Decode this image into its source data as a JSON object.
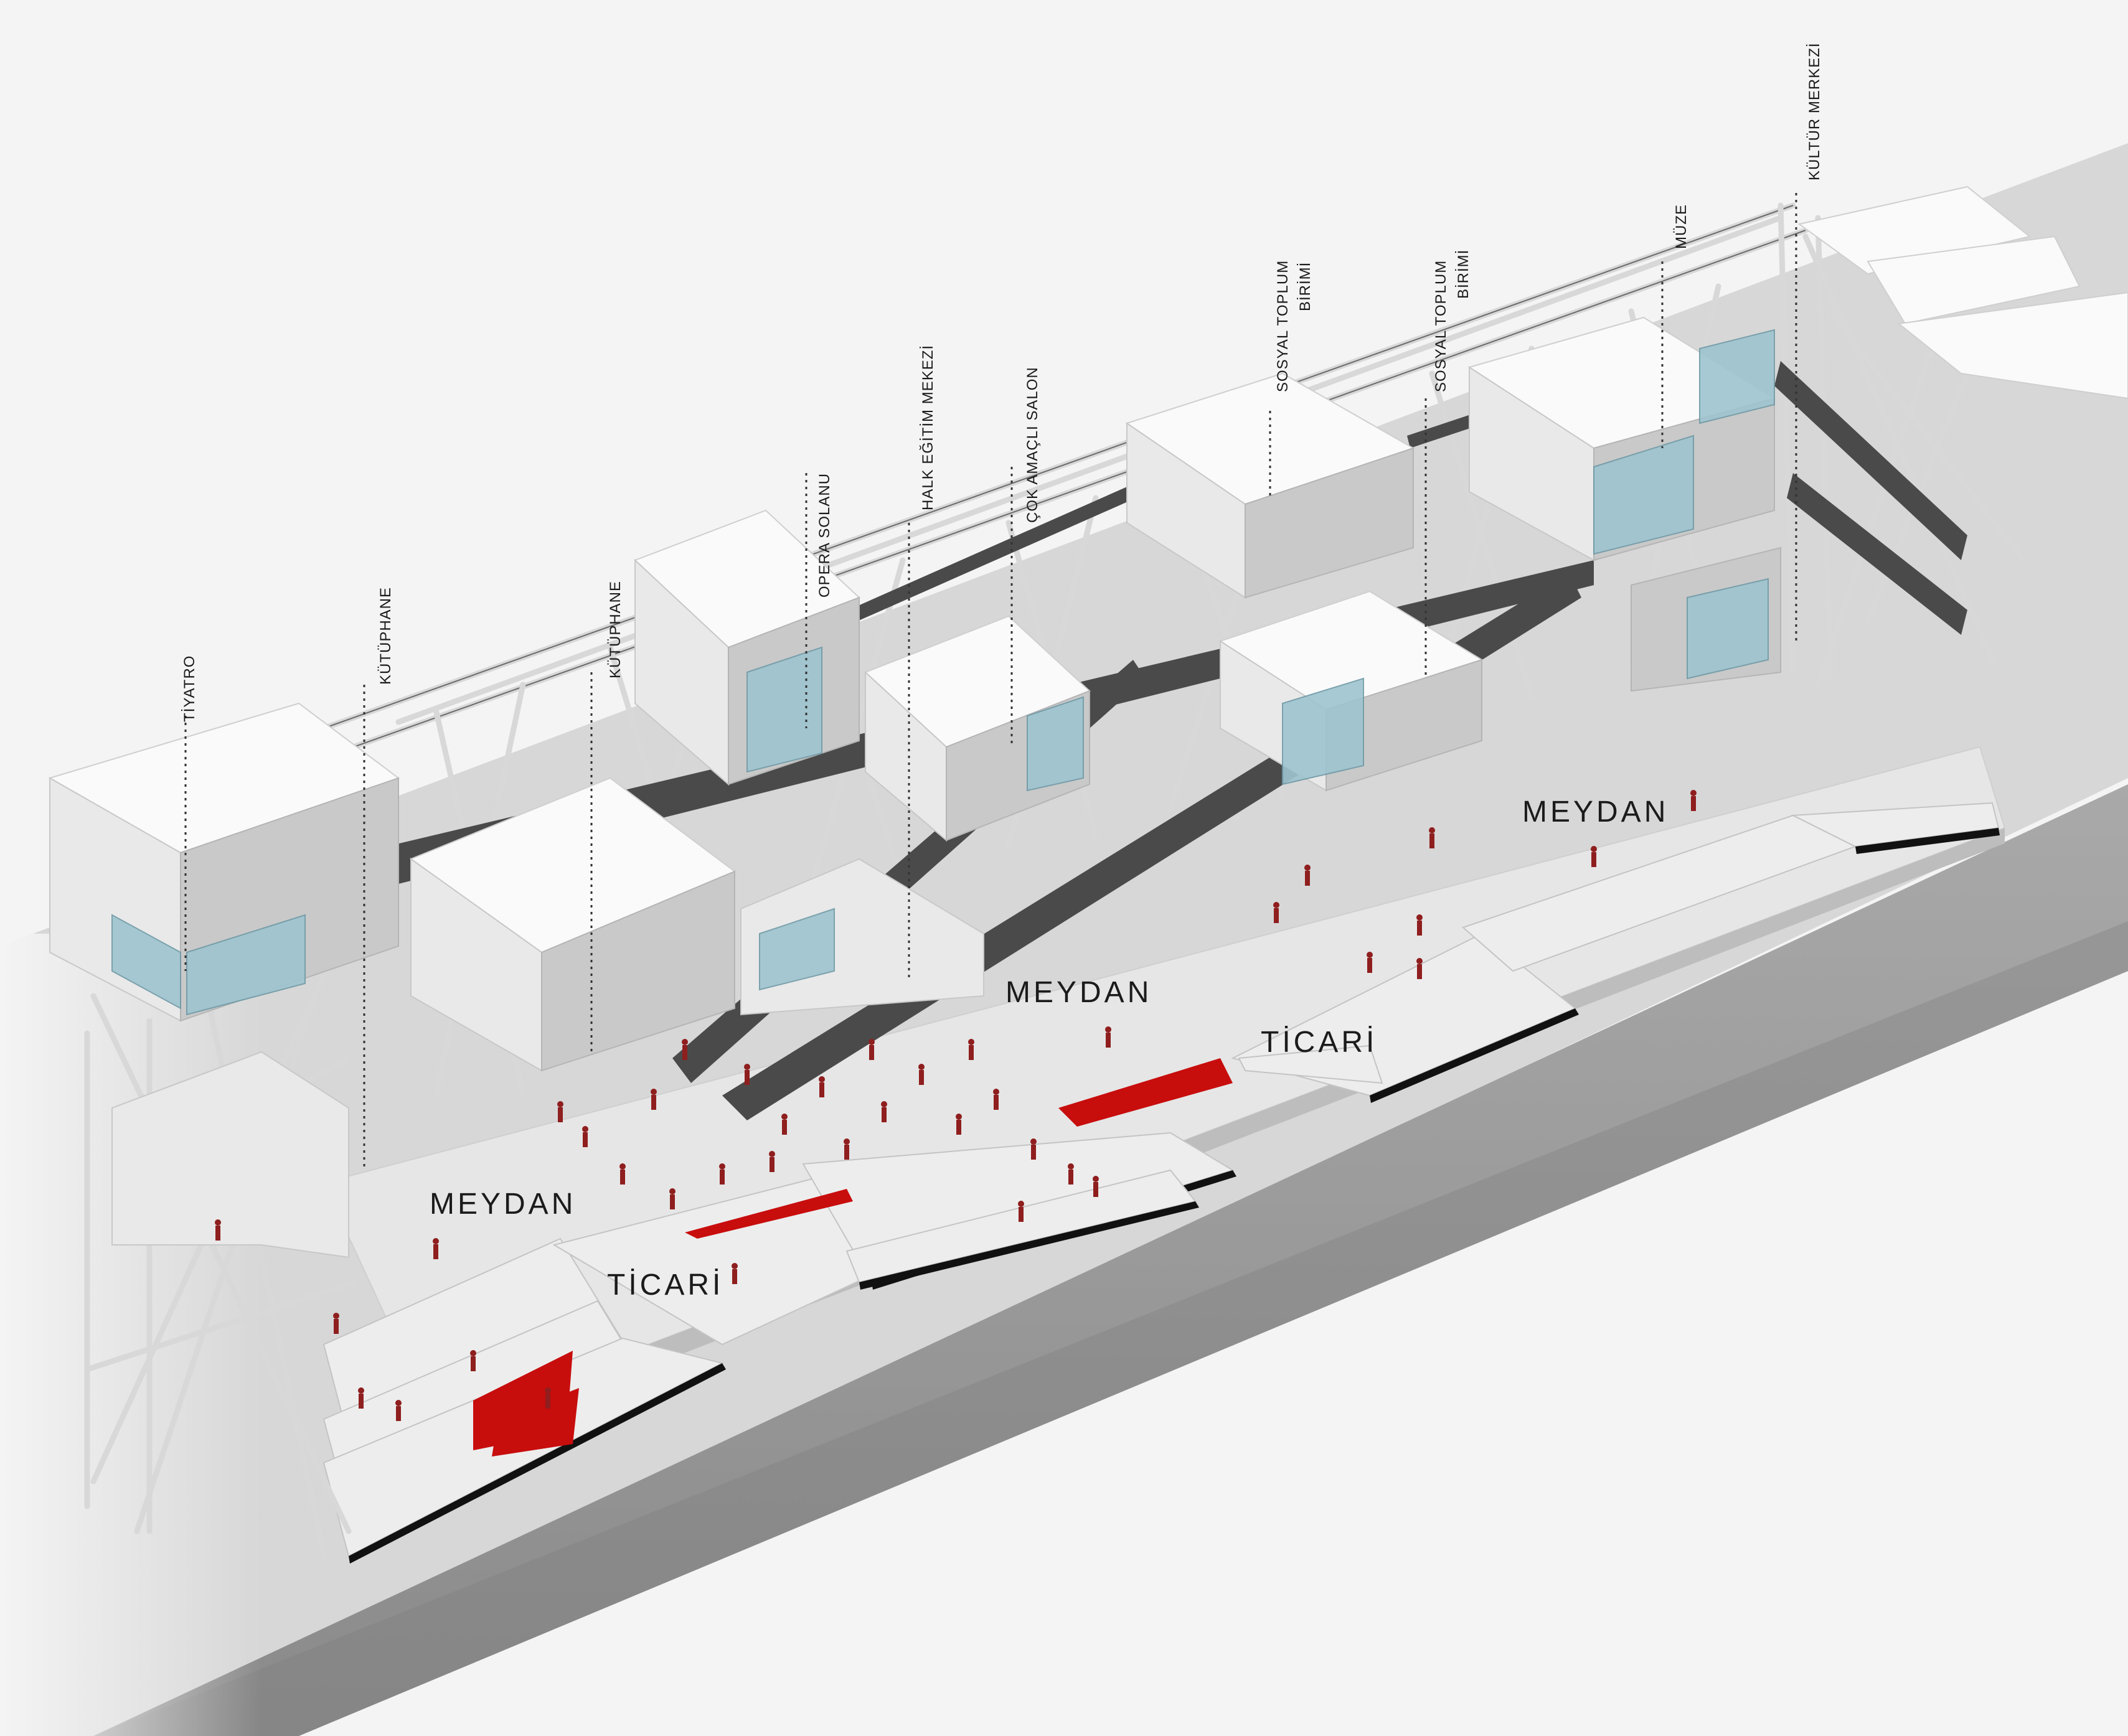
{
  "labels": {
    "tiyatro": "TİYATRO",
    "kutuphane_1": "KÜTÜPHANE",
    "kutuphane_2": "KÜTÜPHANE",
    "opera_salonu": "OPERA SOLANU",
    "halk_egitim": "HALK EĞİTİM MEKEZİ",
    "cok_amacli": "ÇOK AMAÇLI SALON",
    "sosyal_toplum_1": [
      "SOSYAL TOPLUM",
      "BİRİMİ"
    ],
    "sosyal_toplum_2": [
      "SOSYAL TOPLUM",
      "BİRİMİ"
    ],
    "muze": "MÜZE",
    "kultur_merkezi": "KÜLTÜR MERKEZİ"
  },
  "zones": {
    "meydan_left": "MEYDAN",
    "meydan_center": "MEYDAN",
    "meydan_right": "MEYDAN",
    "ticari_left": "TİCARİ",
    "ticari_center": "TİCARİ"
  },
  "colors": {
    "background": "#f4f4f4",
    "accent_red": "#c80d0d",
    "glass": "#9ec4cf",
    "people": "#8f1e1e",
    "ramp": "#4a4a4a"
  }
}
